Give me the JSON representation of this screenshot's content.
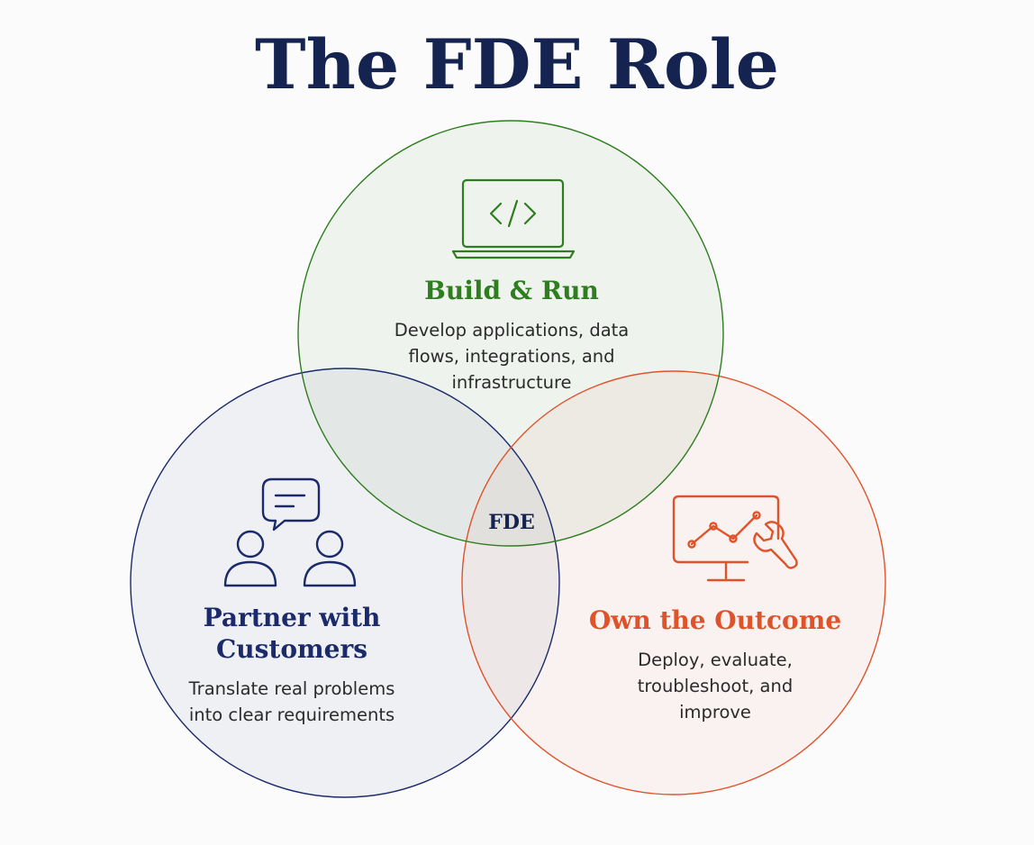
{
  "title": "The FDE Role",
  "center_label": "FDE",
  "circles": {
    "build": {
      "heading": "Build & Run",
      "desc_line1": "Develop applications, data",
      "desc_line2": "flows, integrations, and",
      "desc_line3": "infrastructure",
      "icon": "laptop-code-icon",
      "color": "#2e7d1f"
    },
    "partner": {
      "heading_line1": "Partner with",
      "heading_line2": "Customers",
      "desc_line1": "Translate real problems",
      "desc_line2": "into clear requirements",
      "icon": "people-chat-icon",
      "color": "#1b2a6b"
    },
    "outcome": {
      "heading": "Own the Outcome",
      "desc_line1": "Deploy, evaluate,",
      "desc_line2": "troubleshoot, and",
      "desc_line3": "improve",
      "icon": "monitor-chart-wrench-icon",
      "color": "#e0532a"
    }
  }
}
